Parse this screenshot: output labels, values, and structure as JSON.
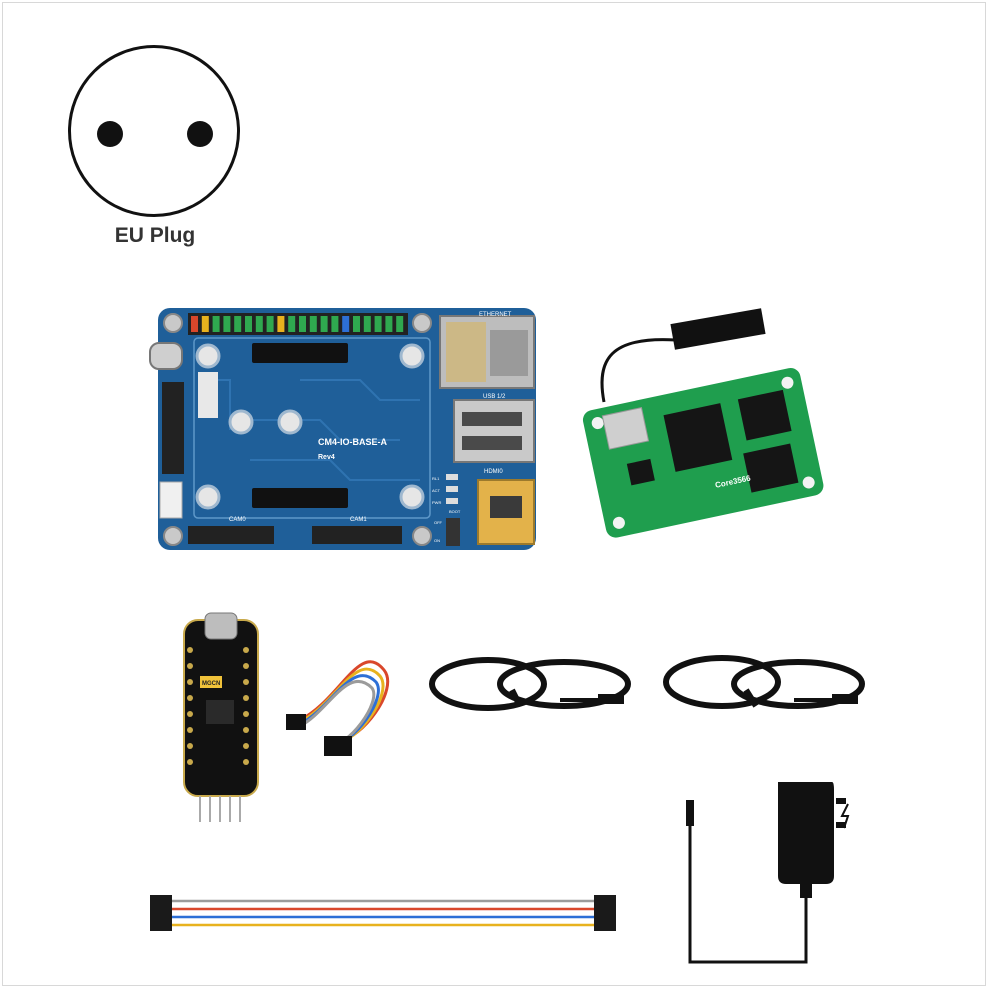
{
  "plug": {
    "label": "EU Plug",
    "icon": "eu-plug-icon"
  },
  "io_board": {
    "name": "CM4-IO-BASE-A",
    "revision": "Rev4",
    "labels": {
      "ethernet": "ETHERNET",
      "usb": "USB 1/2",
      "hdmi": "HDMI0",
      "cam0": "CAM0",
      "cam1": "CAM1",
      "led1": "RL1",
      "led2": "ACT",
      "led3": "PWR",
      "boot": "BOOT",
      "off": "OFF",
      "on": "ON"
    },
    "color": "#1f5f99"
  },
  "core_module": {
    "name": "Core3566",
    "color": "#1f9e4e"
  },
  "usb_uart": {
    "chip_label": "MGCN",
    "color": "#111111"
  },
  "colors": {
    "wire_red": "#d9472b",
    "wire_blue": "#2d6fd6",
    "wire_yellow": "#e8b21e",
    "wire_gray": "#9b9b9b",
    "cable_black": "#111111"
  }
}
